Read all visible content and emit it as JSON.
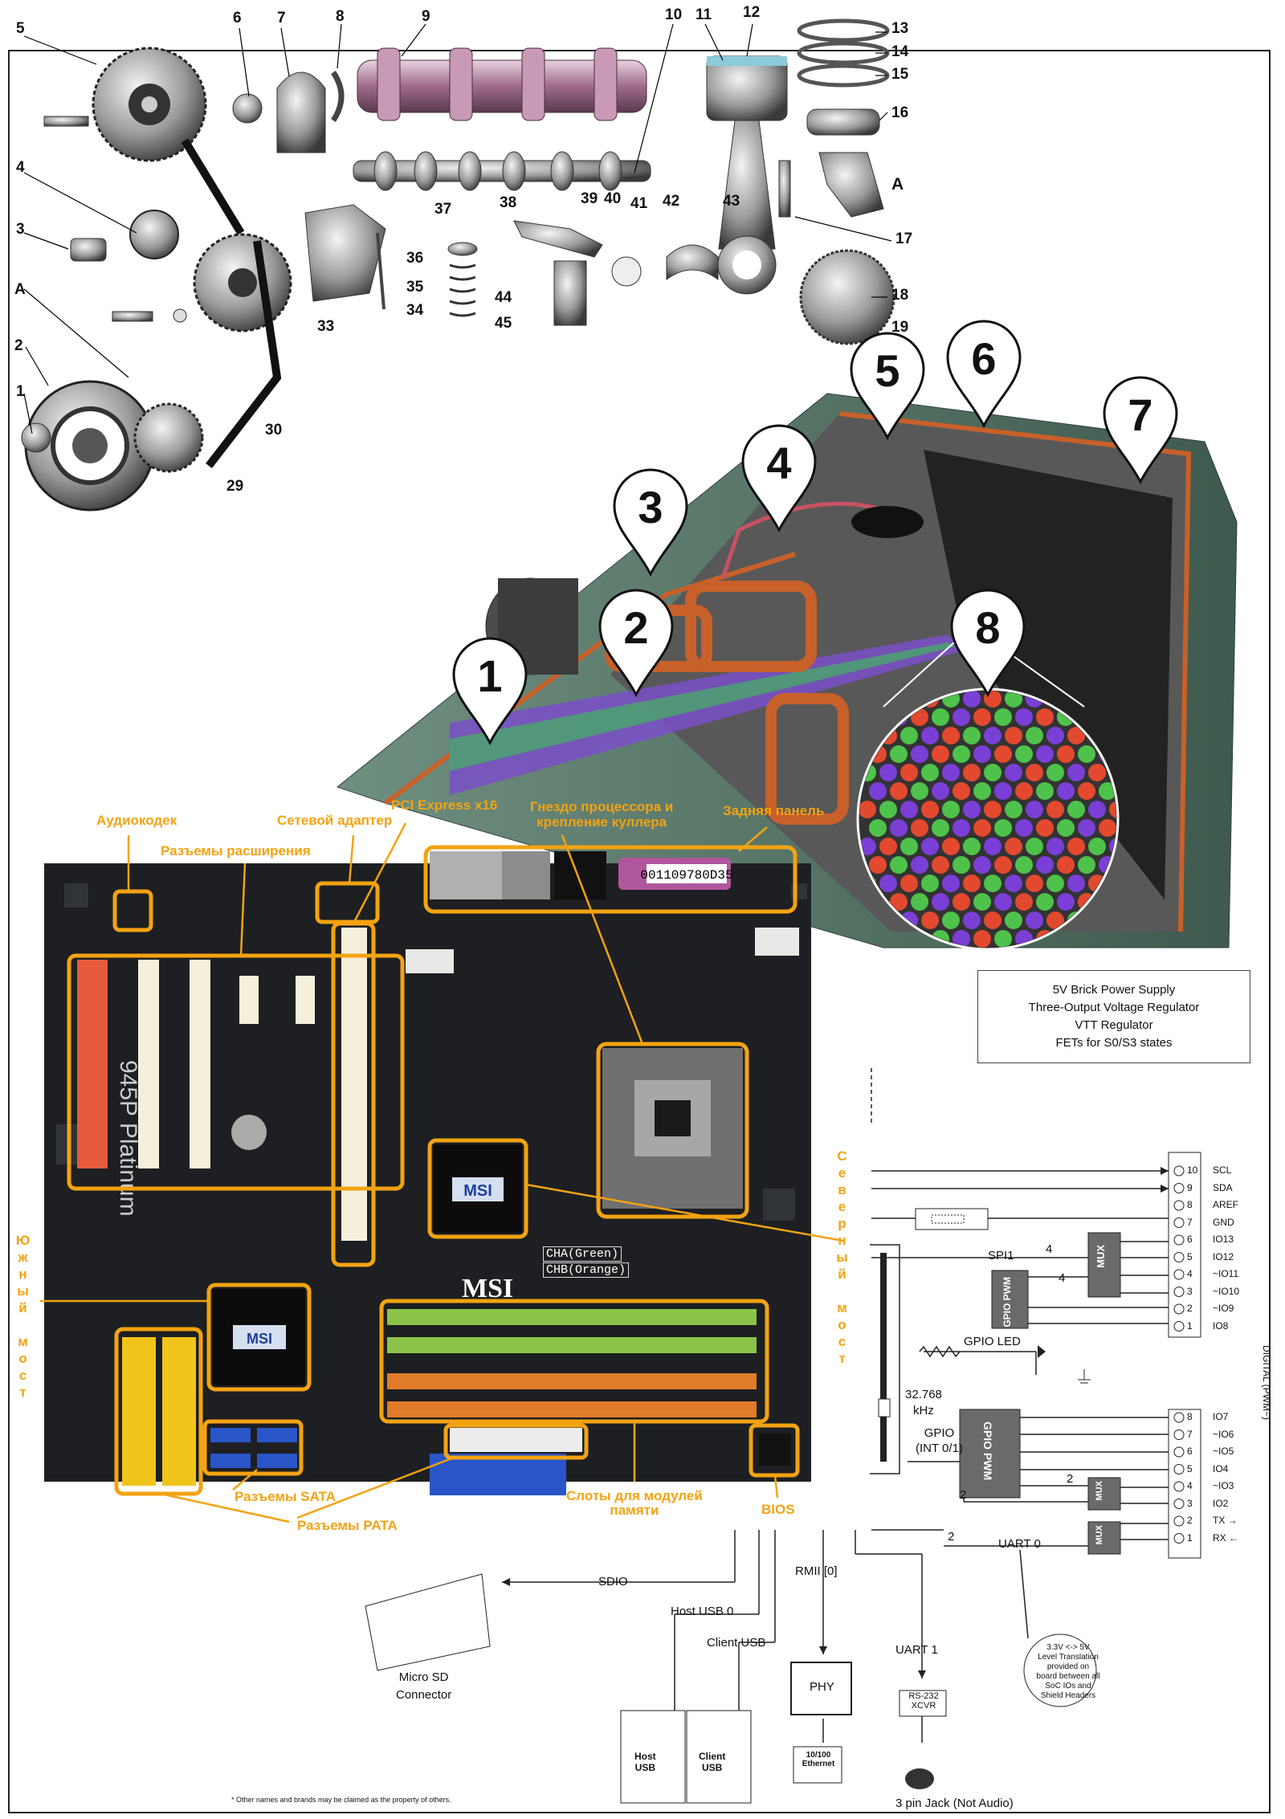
{
  "engine": {
    "labels": [
      "1",
      "2",
      "3",
      "4",
      "5",
      "6",
      "7",
      "8",
      "9",
      "10",
      "11",
      "12",
      "13",
      "14",
      "15",
      "16",
      "17",
      "18",
      "19",
      "29",
      "30",
      "33",
      "34",
      "35",
      "36",
      "37",
      "38",
      "39",
      "40",
      "41",
      "42",
      "43",
      "44",
      "45",
      "A",
      "A"
    ]
  },
  "crt": {
    "markers": [
      "1",
      "2",
      "3",
      "4",
      "5",
      "6",
      "7",
      "8"
    ]
  },
  "motherboard": {
    "labels": {
      "audio_codec": "Аудиокодек",
      "expansion": "Разъемы расширения",
      "network": "Сетевой адаптер",
      "pcie": "PCI Express x16",
      "socket": "Гнездо процессора и\nкрепление куллера",
      "rear_panel": "Задняя панель",
      "north_bridge": "Северный мост",
      "south_bridge": "Южный мост",
      "sata": "Разъемы SATA",
      "pata": "Разъемы PATA",
      "memory": "Слоты для модулей\nпамяти",
      "bios": "BIOS"
    },
    "board_text": {
      "model": "945P Platinum",
      "brand_chip": "MSI",
      "brand_board": "MSI",
      "south_chip": "MSI",
      "cha": "CHA(Green)",
      "chb": "CHB(Orange)",
      "serial": "001109780D35"
    }
  },
  "schematic": {
    "power_box": [
      "5V Brick Power Supply",
      "Three-Output Voltage Regulator",
      "VTT Regulator",
      "FETs for S0/S3 states"
    ],
    "top_pins": [
      {
        "num": "10",
        "name": "SCL"
      },
      {
        "num": "9",
        "name": "SDA"
      },
      {
        "num": "8",
        "name": "AREF"
      },
      {
        "num": "7",
        "name": "GND"
      },
      {
        "num": "6",
        "name": "IO13"
      },
      {
        "num": "5",
        "name": "IO12"
      },
      {
        "num": "4",
        "name": "~IO11"
      },
      {
        "num": "3",
        "name": "~IO10"
      },
      {
        "num": "2",
        "name": "~IO9"
      },
      {
        "num": "1",
        "name": "IO8"
      }
    ],
    "bottom_pins": [
      {
        "num": "8",
        "name": "IO7"
      },
      {
        "num": "7",
        "name": "~IO6"
      },
      {
        "num": "6",
        "name": "~IO5"
      },
      {
        "num": "5",
        "name": "IO4"
      },
      {
        "num": "4",
        "name": "~IO3"
      },
      {
        "num": "3",
        "name": "IO2"
      },
      {
        "num": "2",
        "name": "TX →"
      },
      {
        "num": "1",
        "name": "RX ←"
      }
    ],
    "spi": "SPI1",
    "bus4a": "4",
    "bus4b": "4",
    "bus2a": "2",
    "bus2b": "2",
    "bus2c": "2",
    "mux": "MUX",
    "gpio_pwm": "GPIO PWM",
    "gpio_led": "GPIO LED",
    "crystal": "32.768\nkHz",
    "gpio_int": "GPIO\n(INT 0/1)",
    "uart0": "UART 0",
    "digital": "DIGITAL (PWM~)",
    "sdio": "SDIO",
    "micro_sd": "Micro SD\nConnector",
    "host_usb0": "Host USB 0",
    "client_usb": "Client USB",
    "rmii": "RMII [0]",
    "uart1": "UART 1",
    "phy": "PHY",
    "ethernet": "10/100\nEthernet",
    "rs232": "RS-232\nXCVR",
    "jack": "3 pin Jack (Not Audio)",
    "host_usb_box": "Host\nUSB",
    "client_usb_box": "Client\nUSB",
    "level_note": "3.3V <-> 5V Level Translation provided on board between all SoC IOs and Shield Headers",
    "legal": "* Other names and brands may be claimed as the property of others."
  },
  "colors": {
    "accent_orange": "#f3a312",
    "pcb_dark": "#1d1f22",
    "crt_green": "#4f6e5e",
    "copper": "#c8602a"
  }
}
